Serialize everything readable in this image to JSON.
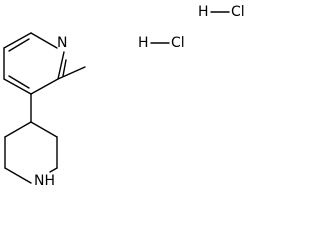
{
  "molecule": {
    "atoms": {
      "ring_nitrogen": "N",
      "piperidine_nh": "NH"
    },
    "salts": [
      {
        "h": "H",
        "cl": "Cl"
      },
      {
        "h": "H",
        "cl": "Cl"
      }
    ]
  }
}
